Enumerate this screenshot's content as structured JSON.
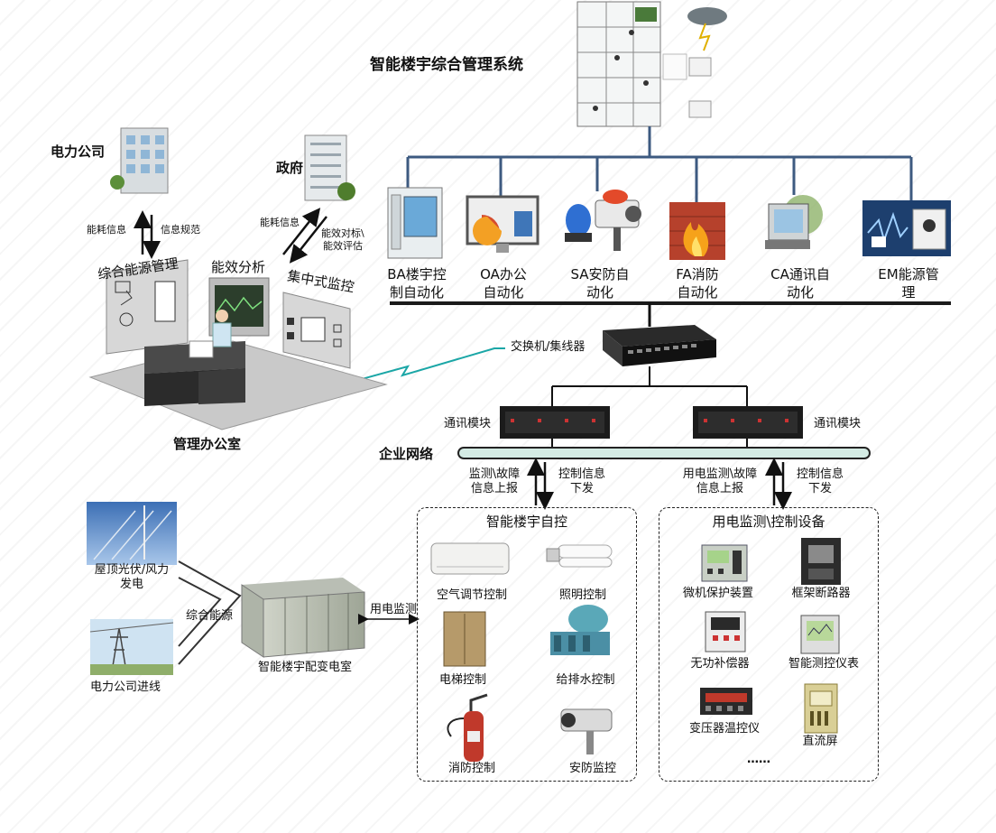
{
  "title": "智能楼宇综合管理系统",
  "office": {
    "power_company": "电力公司",
    "government": "政府",
    "energy_info_up": "能耗信息",
    "info_spec": "信息规范",
    "energy_info_gov": "能耗信息",
    "gov_eval_1": "能效对标\\",
    "gov_eval_2": "能效评估",
    "energy_mgmt": "综合能源管理",
    "efficiency_analysis": "能效分析",
    "central_monitor": "集中式监控",
    "office_name": "管理办公室"
  },
  "subsystems": [
    {
      "line1": "BA楼宇控",
      "line2": "制自动化"
    },
    {
      "line1": "OA办公",
      "line2": "自动化"
    },
    {
      "line1": "SA安防自",
      "line2": "动化"
    },
    {
      "line1": "FA消防",
      "line2": "自动化"
    },
    {
      "line1": "CA通讯自",
      "line2": "动化"
    },
    {
      "line1": "EM能源管",
      "line2": "理"
    }
  ],
  "network": {
    "switch": "交换机/集线器",
    "comm_module_left": "通讯模块",
    "comm_module_right": "通讯模块",
    "enterprise_net": "企业网络",
    "left_up_1": "监测\\故障",
    "left_up_2": "信息上报",
    "left_down_1": "控制信息",
    "left_down_2": "下发",
    "right_up_1": "用电监测\\故障",
    "right_up_2": "信息上报",
    "right_down_1": "控制信息",
    "right_down_2": "下发"
  },
  "building_auto": {
    "title": "智能楼宇自控",
    "items": [
      "空气调节控制",
      "照明控制",
      "电梯控制",
      "给排水控制",
      "消防控制",
      "安防监控"
    ]
  },
  "power_monitor": {
    "title": "用电监测\\控制设备",
    "items": [
      "微机保护装置",
      "框架断路器",
      "无功补偿器",
      "智能测控仪表",
      "变压器温控仪",
      "直流屏"
    ],
    "more": "……"
  },
  "energy_source": {
    "solar_1": "屋顶光伏/风力",
    "solar_2": "发电",
    "grid": "电力公司进线",
    "integrated": "综合能源",
    "substation": "智能楼宇配变电室",
    "power_monitoring": "用电监测"
  },
  "colors": {
    "bus_line": "#3d5a80",
    "bus_bar": "#1a1a1a",
    "net_bar": "#d4ebe4",
    "lightning": "#1aa6a6",
    "fire_red": "#c0392b"
  }
}
